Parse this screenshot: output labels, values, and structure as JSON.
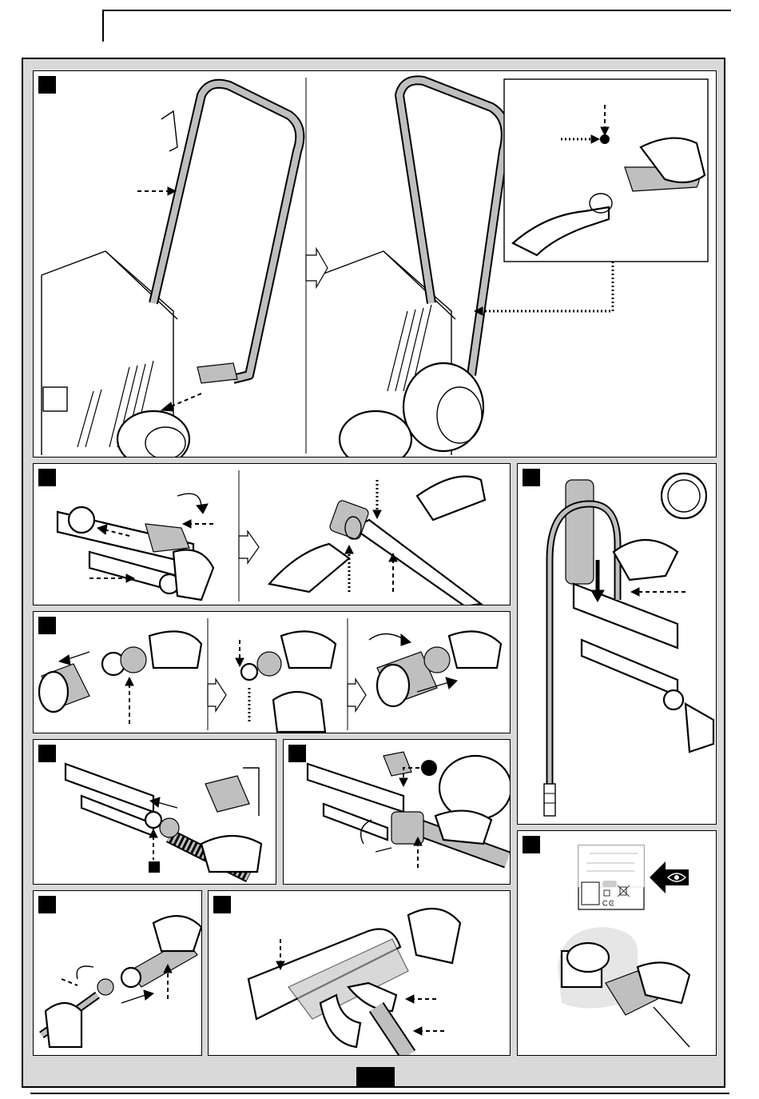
{
  "page": {
    "header_rule": "",
    "page_tab": ""
  },
  "panels": [
    {
      "id": "handle-assembly",
      "tag": ""
    },
    {
      "id": "hose-connect",
      "tag": ""
    },
    {
      "id": "suction-hose",
      "tag": ""
    },
    {
      "id": "filter-clean",
      "tag": ""
    },
    {
      "id": "inlet-hose",
      "tag": ""
    },
    {
      "id": "water-supply",
      "tag": ""
    },
    {
      "id": "power-plug",
      "tag": ""
    },
    {
      "id": "lance-connect",
      "tag": ""
    },
    {
      "id": "gun-connect",
      "tag": ""
    }
  ],
  "icons": [
    "eye-warning-icon",
    "rating-plate-icon",
    "ce-mark-icon",
    "weee-bin-icon"
  ]
}
